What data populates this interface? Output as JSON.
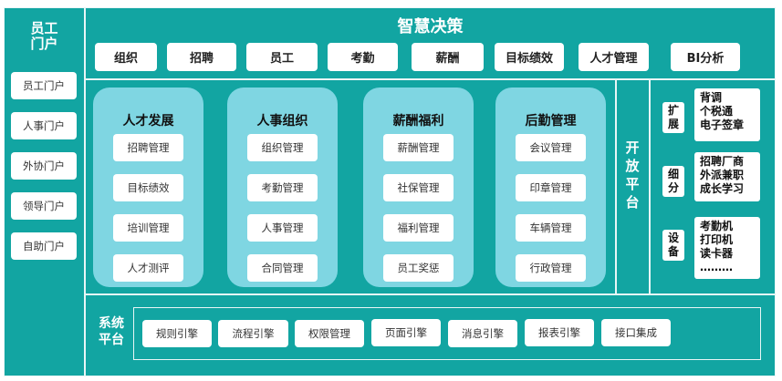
{
  "left": {
    "title_line1": "员工",
    "title_line2": "门户",
    "items": [
      "员工门户",
      "人事门户",
      "外协门户",
      "领导门户",
      "自助门户"
    ]
  },
  "top": {
    "title": "智慧决策",
    "buttons": [
      "组织",
      "招聘",
      "员工",
      "考勤",
      "薪酬",
      "目标绩效",
      "人才管理",
      "BI分析"
    ]
  },
  "cards": [
    {
      "title": "人才发展",
      "items": [
        "招聘管理",
        "目标绩效",
        "培训管理",
        "人才测评"
      ]
    },
    {
      "title": "人事组织",
      "items": [
        "组织管理",
        "考勤管理",
        "人事管理",
        "合同管理"
      ]
    },
    {
      "title": "薪酬福利",
      "items": [
        "薪酬管理",
        "社保管理",
        "福利管理",
        "员工奖惩"
      ]
    },
    {
      "title": "后勤管理",
      "items": [
        "会议管理",
        "印章管理",
        "车辆管理",
        "行政管理"
      ]
    }
  ],
  "open_platform": {
    "chars": [
      "开",
      "放",
      "平",
      "台"
    ]
  },
  "extensions": [
    {
      "label_line1": "扩",
      "label_line2": "展",
      "lines": [
        "背调",
        "个税通",
        "电子签章"
      ]
    },
    {
      "label_line1": "细",
      "label_line2": "分",
      "lines": [
        "招聘厂商",
        "外派兼职",
        "成长学习"
      ]
    },
    {
      "label_line1": "设",
      "label_line2": "备",
      "lines": [
        "考勤机",
        "打印机",
        "读卡器",
        "………"
      ]
    }
  ],
  "system": {
    "title_line1": "系统",
    "title_line2": "平台",
    "items": [
      "规则引擎",
      "流程引擎",
      "权限管理",
      "页面引擎",
      "消息引擎",
      "报表引擎",
      "接口集成"
    ]
  }
}
